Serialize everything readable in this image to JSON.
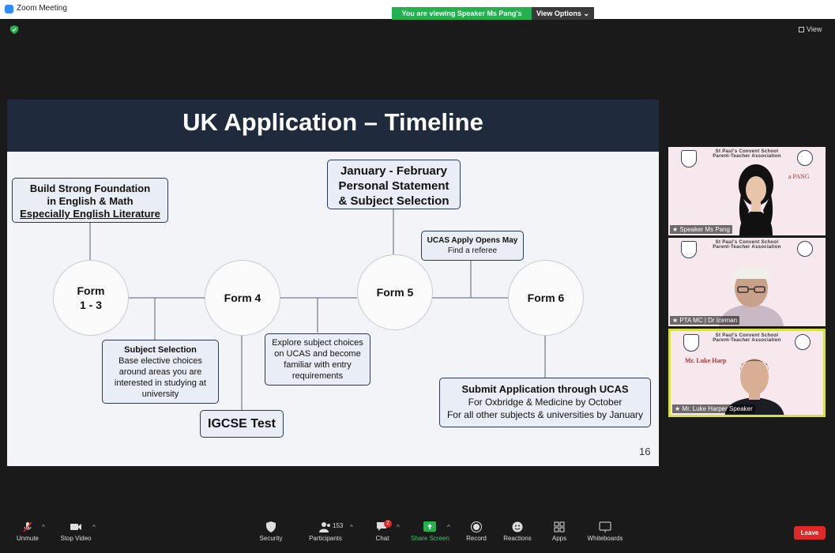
{
  "window": {
    "title": "Zoom Meeting"
  },
  "banner": {
    "viewing": "You are viewing Speaker Ms Pang's screen",
    "view_options": "View Options ⌄"
  },
  "view_button": {
    "label": "View"
  },
  "slide": {
    "title": "UK Application – Timeline",
    "page_number": "16",
    "boxes": {
      "foundation": [
        "Build Strong Foundation",
        "in English & Math",
        "Especially English Literature"
      ],
      "jan_feb": [
        "January - February",
        "Personal Statement",
        "& Subject Selection"
      ],
      "ucas_opens": [
        "UCAS Apply Opens May",
        "Find a referee"
      ],
      "subject_selection": [
        "Subject Selection",
        "Base elective choices",
        "around areas you are",
        "interested in studying at",
        "university"
      ],
      "explore": [
        "Explore subject choices",
        "on UCAS and become",
        "familiar with entry",
        "requirements"
      ],
      "igcse": "IGCSE Test",
      "submit": [
        "Submit Application through UCAS",
        "For Oxbridge & Medicine by October",
        "For all other subjects & universities by January"
      ]
    },
    "forms": {
      "f13": [
        "Form",
        "1 - 3"
      ],
      "f4": "Form 4",
      "f5": "Form 5",
      "f6": "Form 6"
    }
  },
  "participants": [
    {
      "name": "Speaker Ms Pang",
      "header1": "St Paul's Convent School",
      "header2": "Parent-Teacher Association",
      "overlay": "a PANG"
    },
    {
      "name": "PTA MC | Dr Iceman",
      "header1": "St Paul's Convent School",
      "header2": "Parent-Teacher Association"
    },
    {
      "name": "Mr. Luke Harper Speaker",
      "header1": "St Paul's Convent School",
      "header2": "Parent-Teacher Association",
      "overlay": "Mr. Luke Harp"
    }
  ],
  "toolbar": {
    "unmute": "Unmute",
    "stop_video": "Stop Video",
    "security": "Security",
    "participants": "Participants",
    "participants_count": "153",
    "chat": "Chat",
    "chat_badge": "2",
    "share_screen": "Share Screen",
    "record": "Record",
    "reactions": "Reactions",
    "apps": "Apps",
    "whiteboards": "Whiteboards",
    "leave": "Leave"
  },
  "colors": {
    "accent_green": "#22b14c",
    "leave_red": "#e02828",
    "slide_header": "#1f2b3d",
    "active_speaker": "#d6e04a"
  }
}
